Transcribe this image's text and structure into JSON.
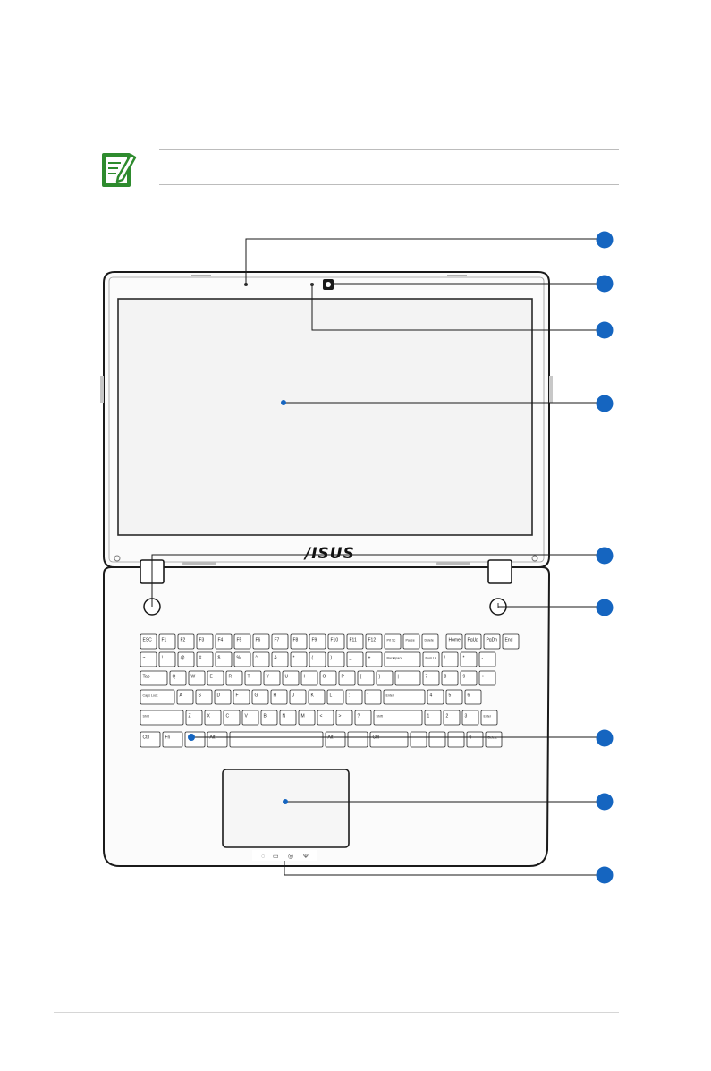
{
  "note": {
    "icon": "note-pencil-icon",
    "accent": "#2e8b2e"
  },
  "laptop": {
    "brand_logo": "/ISUS",
    "callout_color": "#1565c0",
    "callout_count": 9
  },
  "keyboard": {
    "rows": [
      [
        "ESC",
        "F1",
        "F2",
        "F3",
        "F4",
        "F5",
        "F6",
        "F7",
        "F8",
        "F9",
        "F10",
        "F11",
        "F12",
        "Prt Sc",
        "Pause",
        "Delete",
        "Home",
        "PgUp",
        "PgDn",
        "End"
      ],
      [
        "~",
        "!",
        "@",
        "#",
        "$",
        "%",
        "^",
        "&",
        "*",
        "(",
        ")",
        "_",
        "+",
        "Backspace",
        "Num Lk",
        "/",
        "*",
        "-"
      ],
      [
        "Tab",
        "Q",
        "W",
        "E",
        "R",
        "T",
        "Y",
        "U",
        "I",
        "O",
        "P",
        "{",
        "}",
        "|",
        "7",
        "8",
        "9",
        "+"
      ],
      [
        "Caps Lock",
        "A",
        "S",
        "D",
        "F",
        "G",
        "H",
        "J",
        "K",
        "L",
        ":",
        "\"",
        "Enter",
        "4",
        "5",
        "6"
      ],
      [
        "Shift",
        "Z",
        "X",
        "C",
        "V",
        "B",
        "N",
        "M",
        "<",
        ">",
        "?",
        "Shift",
        "1",
        "2",
        "3",
        "Enter"
      ],
      [
        "Ctrl",
        "Fn",
        "",
        "Alt",
        "",
        "Alt",
        "",
        "Ctrl",
        "",
        "",
        "",
        "0",
        "Delete"
      ]
    ]
  }
}
